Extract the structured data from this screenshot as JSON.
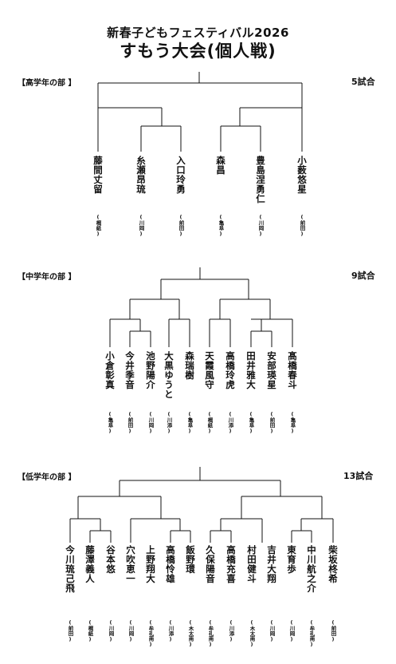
{
  "header": {
    "line1": "新春子どもフェスティバル2026",
    "line2": "すもう大会(個人戦)"
  },
  "sections": [
    {
      "label": "【高学年の部 】",
      "count": "5試合",
      "players": [
        {
          "name": "藤間丈留",
          "school": "(榴紙)"
        },
        {
          "name": "糸瀬昂琉",
          "school": "(川岡)"
        },
        {
          "name": "入口玲勇",
          "school": "(前田)"
        },
        {
          "name": "森昌",
          "school": "(亀阜)"
        },
        {
          "name": "豊島涅勇仁",
          "school": "(川岡)"
        },
        {
          "name": "小薮悠星",
          "school": "(前田)"
        }
      ]
    },
    {
      "label": "【中学年の部 】",
      "count": "9試合",
      "players": [
        {
          "name": "小倉彰真",
          "school": "(亀阜)"
        },
        {
          "name": "今井季音",
          "school": "(前田)"
        },
        {
          "name": "池野陽介",
          "school": "(川岡)"
        },
        {
          "name": "大黒ゆうと",
          "school": "(川添)"
        },
        {
          "name": "森瑞樹",
          "school": "(亀阜)"
        },
        {
          "name": "天霞風守",
          "school": "(榴紙)"
        },
        {
          "name": "高橋玲虎",
          "school": "(川添)"
        },
        {
          "name": "田井雅大",
          "school": "(亀阜)"
        },
        {
          "name": "安部瑛星",
          "school": "(前田)"
        },
        {
          "name": "髙橋春斗",
          "school": "(亀阜)"
        }
      ]
    },
    {
      "label": "【低学年の部 】",
      "count": "13試合",
      "players": [
        {
          "name": "今川琉己飛",
          "school": "(前田)"
        },
        {
          "name": "藤澤義人",
          "school": "(榴紙)"
        },
        {
          "name": "谷本悠",
          "school": "(川岡)"
        },
        {
          "name": "穴吹恵一",
          "school": "(川岡)"
        },
        {
          "name": "上野翔大",
          "school": "(牟礼南)"
        },
        {
          "name": "高橋怜雄",
          "school": "(川添)"
        },
        {
          "name": "飯野環",
          "school": "(木太南)"
        },
        {
          "name": "久保陽音",
          "school": "(牟礼南)"
        },
        {
          "name": "高橋充喜",
          "school": "(川添)"
        },
        {
          "name": "村田健斗",
          "school": "(木太南)"
        },
        {
          "name": "吉井大翔",
          "school": "(川岡)"
        },
        {
          "name": "東育歩",
          "school": "(川岡)"
        },
        {
          "name": "中川航之介",
          "school": "(牟礼南)"
        },
        {
          "name": "柴坂柊希",
          "school": "(前田)"
        }
      ]
    }
  ]
}
